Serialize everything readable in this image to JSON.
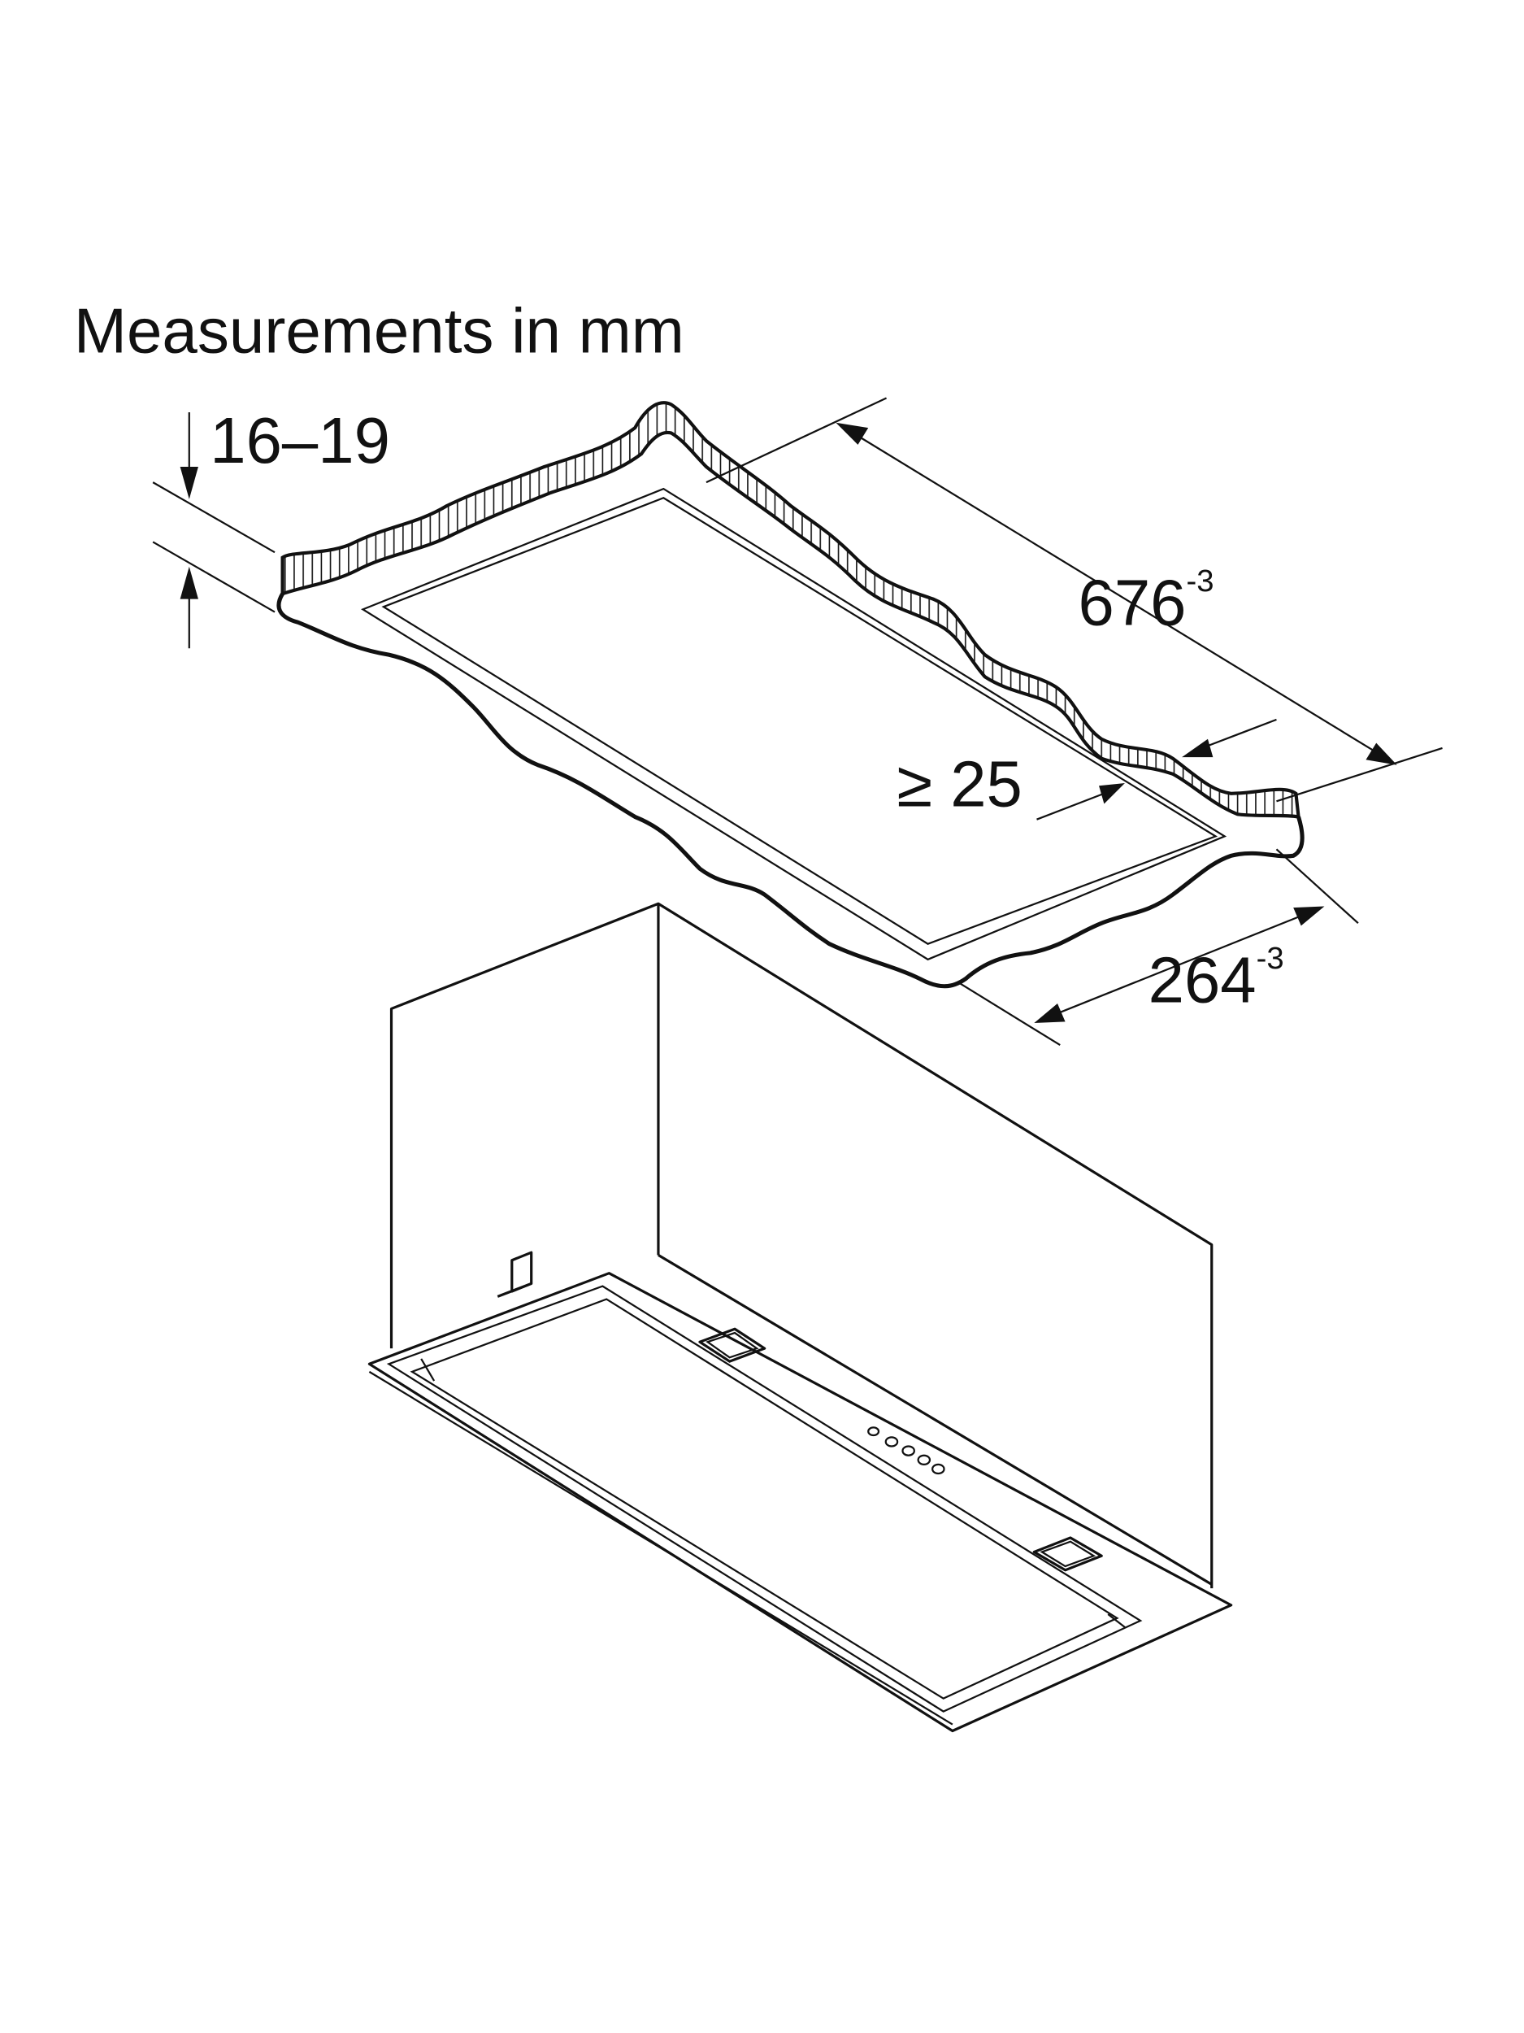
{
  "title": "Measurements in mm",
  "dimensions": {
    "thickness": "16–19",
    "length": "676",
    "length_tolerance": "-3",
    "edge_distance": "≥ 25",
    "width": "264",
    "width_tolerance": "-3"
  },
  "colors": {
    "line": "#111111",
    "background": "#ffffff"
  }
}
